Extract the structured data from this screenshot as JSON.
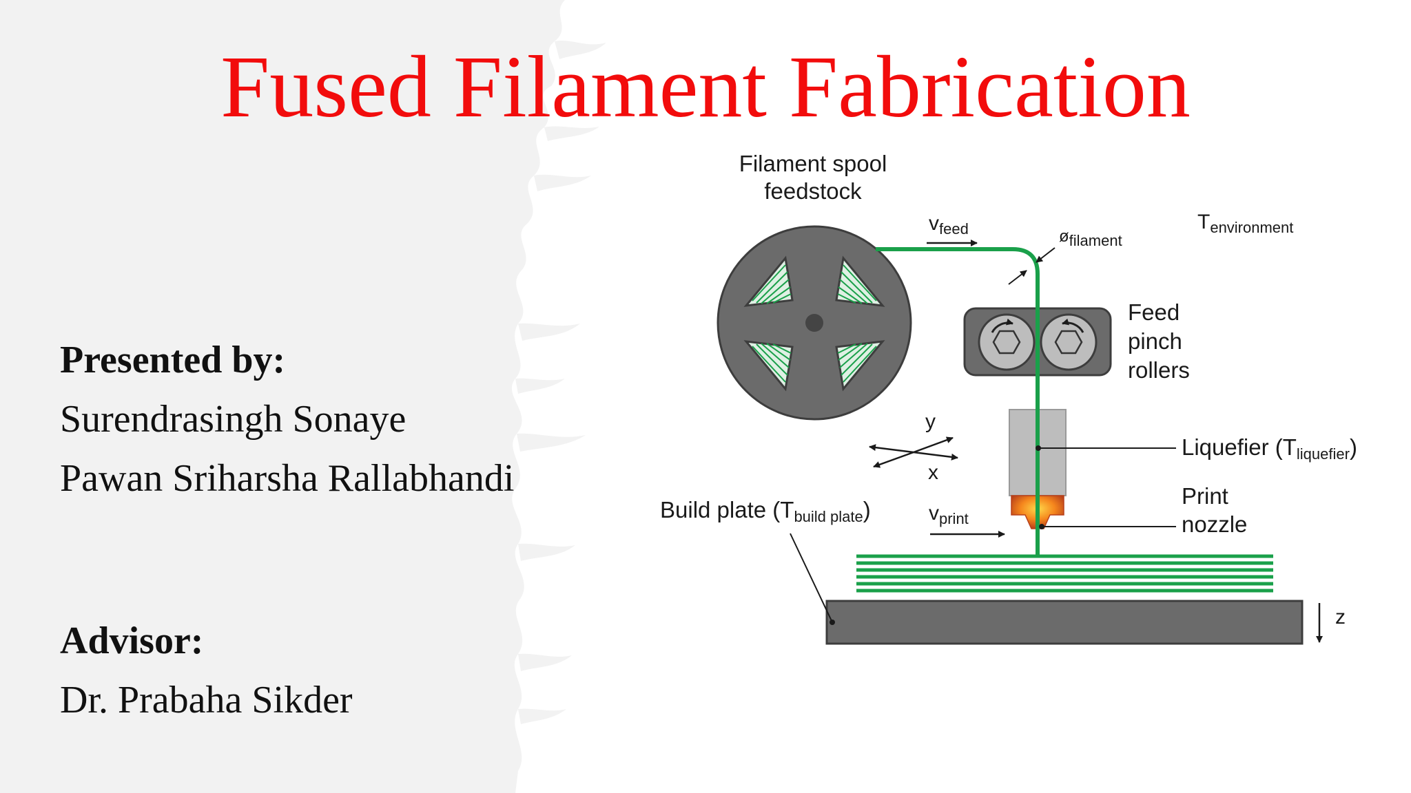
{
  "slide": {
    "title": "Fused Filament Fabrication",
    "presenters_heading": "Presented by:",
    "presenters": [
      "Surendrasingh Sonaye",
      "Pawan Sriharsha Rallabhandi"
    ],
    "advisor_heading": "Advisor:",
    "advisor": "Dr. Prabaha Sikder",
    "title_color": "#f20c0c"
  },
  "diagram": {
    "spool_label": [
      "Filament spool",
      "feedstock"
    ],
    "v_feed": {
      "base": "v",
      "sub": "feed"
    },
    "filament_diameter": {
      "base": "ø",
      "sub": "filament"
    },
    "t_environment": {
      "base": "T",
      "sub": "environment"
    },
    "rollers_label": [
      "Feed",
      "pinch",
      "rollers"
    ],
    "axis_y": "y",
    "axis_x": "x",
    "liquefier": {
      "base": "Liquefier (T",
      "sub": "liquefier",
      "close": ")"
    },
    "nozzle_label": [
      "Print",
      "nozzle"
    ],
    "build_plate": {
      "base": "Build plate (T",
      "sub": "build plate",
      "close": ")"
    },
    "v_print": {
      "base": "v",
      "sub": "print"
    },
    "axis_z": "z",
    "filament_color": "#1aa04a"
  }
}
